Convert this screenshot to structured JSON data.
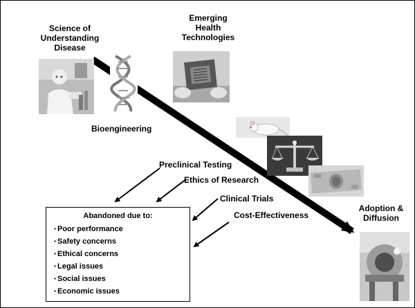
{
  "nodes": {
    "science": [
      "Science of",
      "Understanding",
      "Disease"
    ],
    "emerging": [
      "Emerging",
      "Health",
      "Technologies"
    ],
    "bioengineering": "Bioengineering",
    "adoption": [
      "Adoption &",
      "Diffusion"
    ]
  },
  "stages": {
    "preclinical": "Preclinical Testing",
    "ethics": "Ethics of Research",
    "clinical": "Clinical Trials",
    "cost": "Cost-Effectiveness"
  },
  "abandoned": {
    "title": "Abandoned due to:",
    "bullet": "▪",
    "reasons": [
      "Poor performance",
      "Safety concerns",
      "Ethical concerns",
      "Legal issues",
      "Social issues",
      "Economic issues"
    ]
  },
  "images": [
    "scientist-photo",
    "dna-helix-image",
    "microchip-photo",
    "lab-mouse-photo",
    "balance-scale-photo",
    "money-photo",
    "medical-imaging-machine-photo"
  ]
}
